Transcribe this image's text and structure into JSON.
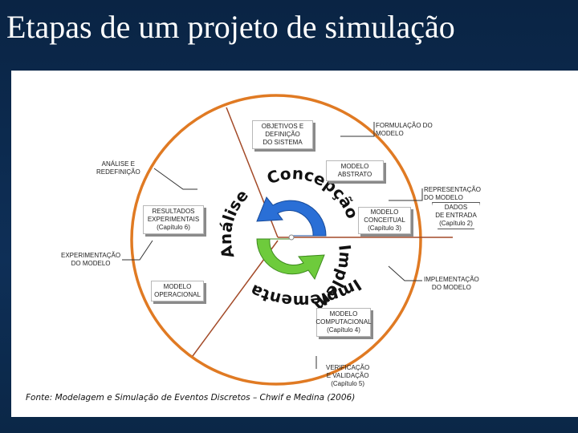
{
  "title": "Etapas de um projeto de simulação",
  "source": "Fonte: Modelagem e Simulação de Eventos Discretos – Chwif e Medina (2006)",
  "colors": {
    "background": "#0e2f57",
    "circle": "#e07a23",
    "arrow_green": "#6ecb3c",
    "arrow_blue": "#2a6fd6",
    "tick": "#a34a28"
  },
  "phases": {
    "concepcao": "Concepção",
    "implementacao": "Implementação",
    "analise": "Análise"
  },
  "labels": {
    "formulacao": [
      "FORMULAÇÃO DO",
      "MODELO"
    ],
    "analise_redefinicao": [
      "ANÁLISE E",
      "REDEFINIÇÃO"
    ],
    "representacao": [
      "REPRESENTAÇÃO",
      "DO MODELO"
    ],
    "experimentacao": [
      "EXPERIMENTAÇÃO",
      "DO MODELO"
    ],
    "implementacao_modelo": [
      "IMPLEMENTAÇÃO",
      "DO MODELO"
    ],
    "verificacao": [
      "VERIFICAÇÃO",
      "E VALIDAÇÃO",
      "(Capítulo 5)"
    ]
  },
  "boxes": {
    "objetivos": [
      "OBJETIVOS E",
      "DEFINIÇÃO",
      "DO SISTEMA"
    ],
    "modelo_abstrato": [
      "MODELO",
      "ABSTRATO"
    ],
    "resultados": [
      "RESULTADOS",
      "EXPERIMENTAIS",
      "(Capítulo 6)"
    ],
    "modelo_conceitual": [
      "MODELO",
      "CONCEITUAL",
      "(Capítulo 3)"
    ],
    "dados_entrada": [
      "DADOS",
      "DE ENTRADA",
      "(Capítulo 2)"
    ],
    "modelo_operacional": [
      "MODELO",
      "OPERACIONAL"
    ],
    "modelo_computacional": [
      "MODELO",
      "COMPUTACIONAL",
      "(Capítulo 4)"
    ]
  }
}
